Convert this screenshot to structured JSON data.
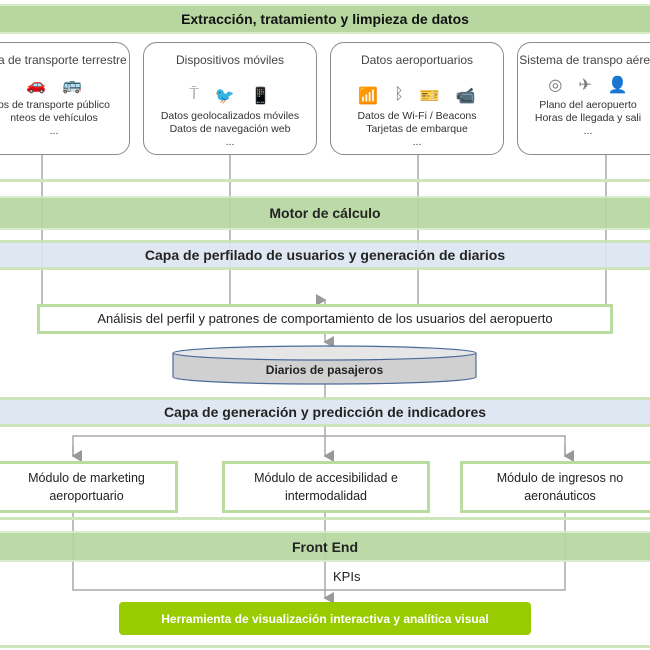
{
  "top_band": "Extracción, tratamiento y limpieza de datos",
  "sources": [
    {
      "title": "ema de transporte terrestre",
      "icons": [
        "car-icon",
        "bus-train-icon"
      ],
      "lines": [
        "os de transporte público",
        "nteos de vehículos",
        "..."
      ]
    },
    {
      "title": "Dispositivos móviles",
      "icons": [
        "antenna-icon",
        "twitter-icon",
        "phone-icon"
      ],
      "lines": [
        "Datos geolocalizados móviles",
        "Datos de navegación web",
        "..."
      ]
    },
    {
      "title": "Datos aeroportuarios",
      "icons": [
        "wifi-icon",
        "bluetooth-icon",
        "boarding-card-icon",
        "camera-icon"
      ],
      "lines": [
        "Datos de Wi-Fi / Beacons",
        "Tarjetas de embarque",
        "..."
      ]
    },
    {
      "title": "Sistema de transpo aéreo",
      "icons": [
        "radar-icon",
        "plane-icon",
        "controller-icon"
      ],
      "lines": [
        "Plano del aeropuerto",
        "Horas de llegada y sali",
        "..."
      ]
    }
  ],
  "motor": "Motor de cálculo",
  "profiling_layer": "Capa de perfilado de usuarios y generación de diarios",
  "analysis": "Análisis del perfil y patrones de comportamiento de los usuarios del aeropuerto",
  "database": "Diarios de pasajeros",
  "indicators_layer": "Capa de generación y predicción de indicadores",
  "modules": [
    "Módulo de marketing aeroportuario",
    "Módulo de accesibilidad e intermodalidad",
    "Módulo de ingresos no aeronáuticos"
  ],
  "front_end": "Front End",
  "kpis": "KPIs",
  "tool": "Herramienta de visualización  interactiva y analítica visual"
}
